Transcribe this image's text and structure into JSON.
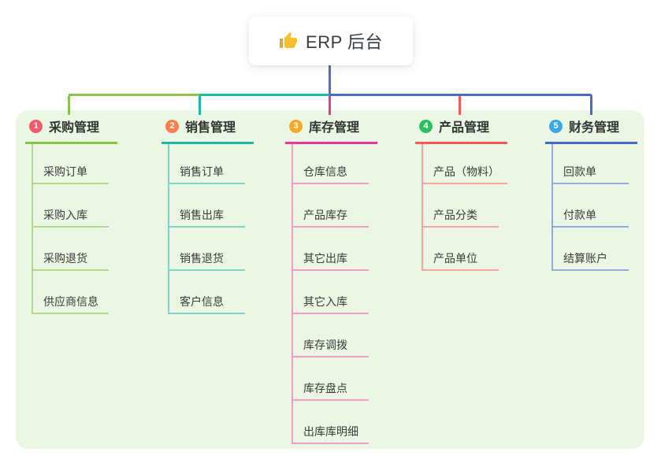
{
  "canvas": {
    "page_bg": "#ffffff",
    "panel_bg": "#ebf6e4",
    "text_color": "#333333"
  },
  "root": {
    "icon": "thumbs-up-icon",
    "title": "ERP 后台",
    "stem_color": "#5b6bc0"
  },
  "branches": [
    {
      "number": "1",
      "title": "采购管理",
      "badge_color": "#f4596b",
      "color_strong": "#8bc34a",
      "color_light": "#b2d98c",
      "children": [
        "采购订单",
        "采购入库",
        "采购退货",
        "供应商信息"
      ]
    },
    {
      "number": "2",
      "title": "销售管理",
      "badge_color": "#f87f4d",
      "color_strong": "#1cb9a7",
      "color_light": "#7fd4c6",
      "children": [
        "销售订单",
        "销售出库",
        "销售退货",
        "客户信息"
      ]
    },
    {
      "number": "3",
      "title": "库存管理",
      "badge_color": "#f9a825",
      "color_strong": "#e5399b",
      "color_light": "#f19cc9",
      "children": [
        "仓库信息",
        "产品库存",
        "其它出库",
        "其它入库",
        "库存调拨",
        "库存盘点",
        "出库库明细"
      ]
    },
    {
      "number": "4",
      "title": "产品管理",
      "badge_color": "#2fbf63",
      "color_strong": "#f85752",
      "color_light": "#fba49e",
      "children": [
        "产品（物料）",
        "产品分类",
        "产品单位"
      ]
    },
    {
      "number": "5",
      "title": "财务管理",
      "badge_color": "#3aa7e9",
      "color_strong": "#4a6ac8",
      "color_light": "#96a9de",
      "children": [
        "回款单",
        "付款单",
        "结算账户"
      ]
    }
  ]
}
